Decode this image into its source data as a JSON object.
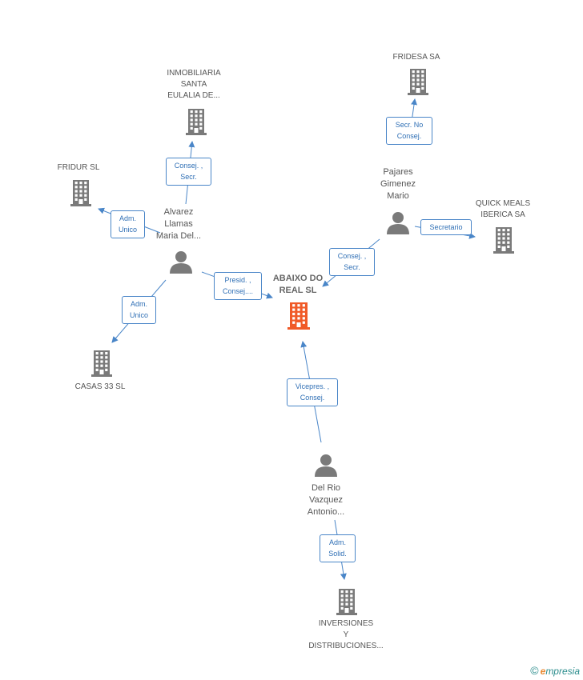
{
  "nodes": {
    "focus": {
      "label": "ABAIXO DO\nREAL SL"
    },
    "inmobiliaria": {
      "label": "INMOBILIARIA\nSANTA\nEULALIA DE..."
    },
    "fridur": {
      "label": "FRIDUR SL"
    },
    "casas33": {
      "label": "CASAS 33 SL"
    },
    "fridesa": {
      "label": "FRIDESA SA"
    },
    "quickmeals": {
      "label": "QUICK MEALS\nIBERICA SA"
    },
    "inversiones": {
      "label": "INVERSIONES\nY\nDISTRIBUCIONES..."
    },
    "alvarez": {
      "label": "Alvarez\nLlamas\nMaria Del..."
    },
    "pajares": {
      "label": "Pajares\nGimenez\nMario"
    },
    "delrio": {
      "label": "Del Rio\nVazquez\nAntonio..."
    }
  },
  "edges": {
    "alvarez_inmobiliaria": "Consej. ,\nSecr.",
    "alvarez_fridur": "Adm.\nUnico",
    "alvarez_casas33": "Adm.\nUnico",
    "alvarez_focus": "Presid. ,\nConsej....",
    "pajares_fridesa": "Secr.  No\nConsej.",
    "pajares_quickmeals": "Secretario",
    "pajares_focus": "Consej. ,\nSecr.",
    "delrio_focus": "Vicepres. ,\nConsej.",
    "delrio_inversiones": "Adm.\nSolid."
  },
  "colors": {
    "edge": "#4a86c8",
    "focus_building": "#f05a28",
    "building": "#7a7a7a",
    "person": "#7a7a7a"
  },
  "icons": {
    "building": "building-icon",
    "person": "person-icon"
  },
  "footer": {
    "copyright": "©",
    "brand_e": "e",
    "brand_rest": "mpresia"
  }
}
